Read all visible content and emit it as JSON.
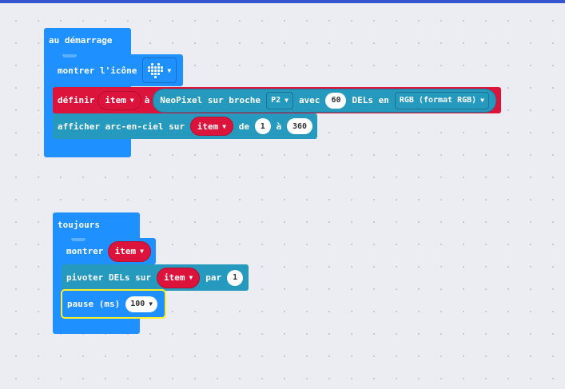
{
  "on_start": {
    "label": "au démarrage",
    "show_icon": {
      "label": "montrer l'icône",
      "icon": "heart-icon",
      "icon_rows": [
        "01010",
        "11111",
        "11111",
        "01110",
        "00100"
      ]
    },
    "set_var": {
      "label_set": "définir",
      "variable": "item",
      "label_to": "à",
      "neopixel_label": "NeoPixel sur broche",
      "pin": "P2",
      "label_with": "avec",
      "led_count": "60",
      "label_leds": "DELs en",
      "mode": "RGB (format RGB)"
    },
    "rainbow": {
      "label": "afficher arc-en-ciel sur",
      "variable": "item",
      "label_from": "de",
      "from": "1",
      "label_to": "à",
      "to": "360"
    }
  },
  "forever": {
    "label": "toujours",
    "show": {
      "label": "montrer",
      "variable": "item"
    },
    "rotate": {
      "label": "pivoter DELs sur",
      "variable": "item",
      "label_by": "par",
      "amount": "1"
    },
    "pause": {
      "label": "pause (ms)",
      "value": "100"
    }
  },
  "colors": {
    "basic": "#1e90ff",
    "variables": "#dc143c",
    "neopixel": "#2699bf",
    "selection": "#ffef28",
    "workspace": "#ecedf3"
  }
}
